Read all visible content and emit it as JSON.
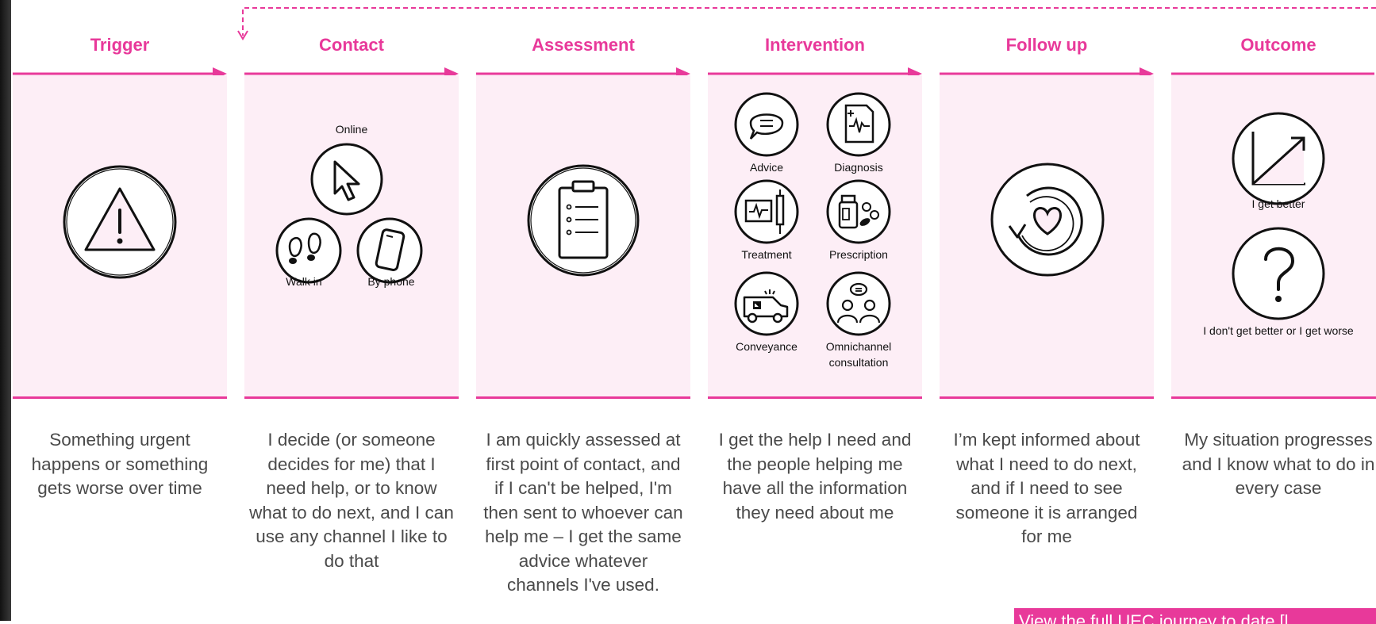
{
  "colors": {
    "accent": "#e8399a",
    "panel": "#fdeef6",
    "text": "#4a4a4a"
  },
  "stages": [
    {
      "title": "Trigger",
      "description": "Something urgent happens or something gets worse over time",
      "icon": "warning-icon"
    },
    {
      "title": "Contact",
      "description": "I decide (or someone decides for me) that I need help, or to know what to do next, and I can use any channel I like to do that",
      "options": [
        {
          "label": "Online",
          "icon": "cursor-icon"
        },
        {
          "label": "Walk in",
          "icon": "footprints-icon"
        },
        {
          "label": "By phone",
          "icon": "phone-icon"
        }
      ]
    },
    {
      "title": "Assessment",
      "description": "I am quickly assessed at first point of contact, and if I can't be helped, I'm then sent to whoever can help me – I get the same advice whatever channels I've used.",
      "icon": "clipboard-icon"
    },
    {
      "title": "Intervention",
      "description": "I get the help I need and the people helping me have all the information they need about me",
      "options": [
        {
          "label": "Advice",
          "icon": "speech-bubble-icon"
        },
        {
          "label": "Diagnosis",
          "icon": "diagnosis-report-icon"
        },
        {
          "label": "Treatment",
          "icon": "monitor-syringe-icon"
        },
        {
          "label": "Prescription",
          "icon": "pills-icon"
        },
        {
          "label": "Conveyance",
          "icon": "ambulance-icon"
        },
        {
          "label": "Omnichannel consultation",
          "icon": "consultation-icon"
        }
      ]
    },
    {
      "title": "Follow up",
      "description": "I’m kept informed about what I need to do next, and if I need to see someone it is arranged for me",
      "icon": "heart-cycle-icon"
    },
    {
      "title": "Outcome",
      "description": "My situation progresses and I know what to do in every case",
      "options": [
        {
          "label": "I get better",
          "icon": "trend-up-icon"
        },
        {
          "label": "I don't get better or I get worse",
          "icon": "question-icon"
        }
      ]
    }
  ],
  "banner": {
    "text": "View the full UEC journey to date [l..."
  }
}
